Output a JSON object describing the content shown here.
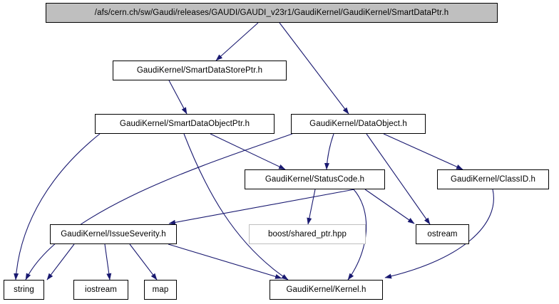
{
  "diagram": {
    "type": "include-dependency-graph",
    "tool_style": "doxygen",
    "colors": {
      "edge": "#191970",
      "node_border": "#000000",
      "node_fill": "#ffffff",
      "main_node_fill": "#bfbfbf",
      "external_node_border": "#bfbfbf",
      "text": "#000000",
      "background": "#ffffff"
    },
    "nodes": {
      "main": {
        "label": "/afs/cern.ch/sw/Gaudi/releases/GAUDI/GAUDI_v23r1/GaudiKernel/GaudiKernel/SmartDataPtr.h",
        "kind": "current-file"
      },
      "storeptr": {
        "label": "GaudiKernel/SmartDataStorePtr.h",
        "kind": "internal-header"
      },
      "objectptr": {
        "label": "GaudiKernel/SmartDataObjectPtr.h",
        "kind": "internal-header"
      },
      "dataobject": {
        "label": "GaudiKernel/DataObject.h",
        "kind": "internal-header"
      },
      "statuscode": {
        "label": "GaudiKernel/StatusCode.h",
        "kind": "internal-header"
      },
      "classid": {
        "label": "GaudiKernel/ClassID.h",
        "kind": "internal-header"
      },
      "issueseverity": {
        "label": "GaudiKernel/IssueSeverity.h",
        "kind": "internal-header"
      },
      "boost": {
        "label": "boost/shared_ptr.hpp",
        "kind": "external-header"
      },
      "ostream": {
        "label": "ostream",
        "kind": "system-header"
      },
      "string": {
        "label": "string",
        "kind": "system-header"
      },
      "iostream": {
        "label": "iostream",
        "kind": "system-header"
      },
      "map": {
        "label": "map",
        "kind": "system-header"
      },
      "kernel": {
        "label": "GaudiKernel/Kernel.h",
        "kind": "internal-header"
      }
    },
    "edges": [
      {
        "from": "main",
        "to": "storeptr"
      },
      {
        "from": "main",
        "to": "dataobject"
      },
      {
        "from": "storeptr",
        "to": "objectptr"
      },
      {
        "from": "objectptr",
        "to": "statuscode"
      },
      {
        "from": "objectptr",
        "to": "string"
      },
      {
        "from": "objectptr",
        "to": "kernel"
      },
      {
        "from": "dataobject",
        "to": "statuscode"
      },
      {
        "from": "dataobject",
        "to": "classid"
      },
      {
        "from": "dataobject",
        "to": "ostream"
      },
      {
        "from": "dataobject",
        "to": "string"
      },
      {
        "from": "statuscode",
        "to": "issueseverity"
      },
      {
        "from": "statuscode",
        "to": "boost"
      },
      {
        "from": "statuscode",
        "to": "ostream"
      },
      {
        "from": "statuscode",
        "to": "kernel"
      },
      {
        "from": "classid",
        "to": "kernel"
      },
      {
        "from": "issueseverity",
        "to": "string"
      },
      {
        "from": "issueseverity",
        "to": "iostream"
      },
      {
        "from": "issueseverity",
        "to": "map"
      },
      {
        "from": "issueseverity",
        "to": "kernel"
      }
    ]
  }
}
